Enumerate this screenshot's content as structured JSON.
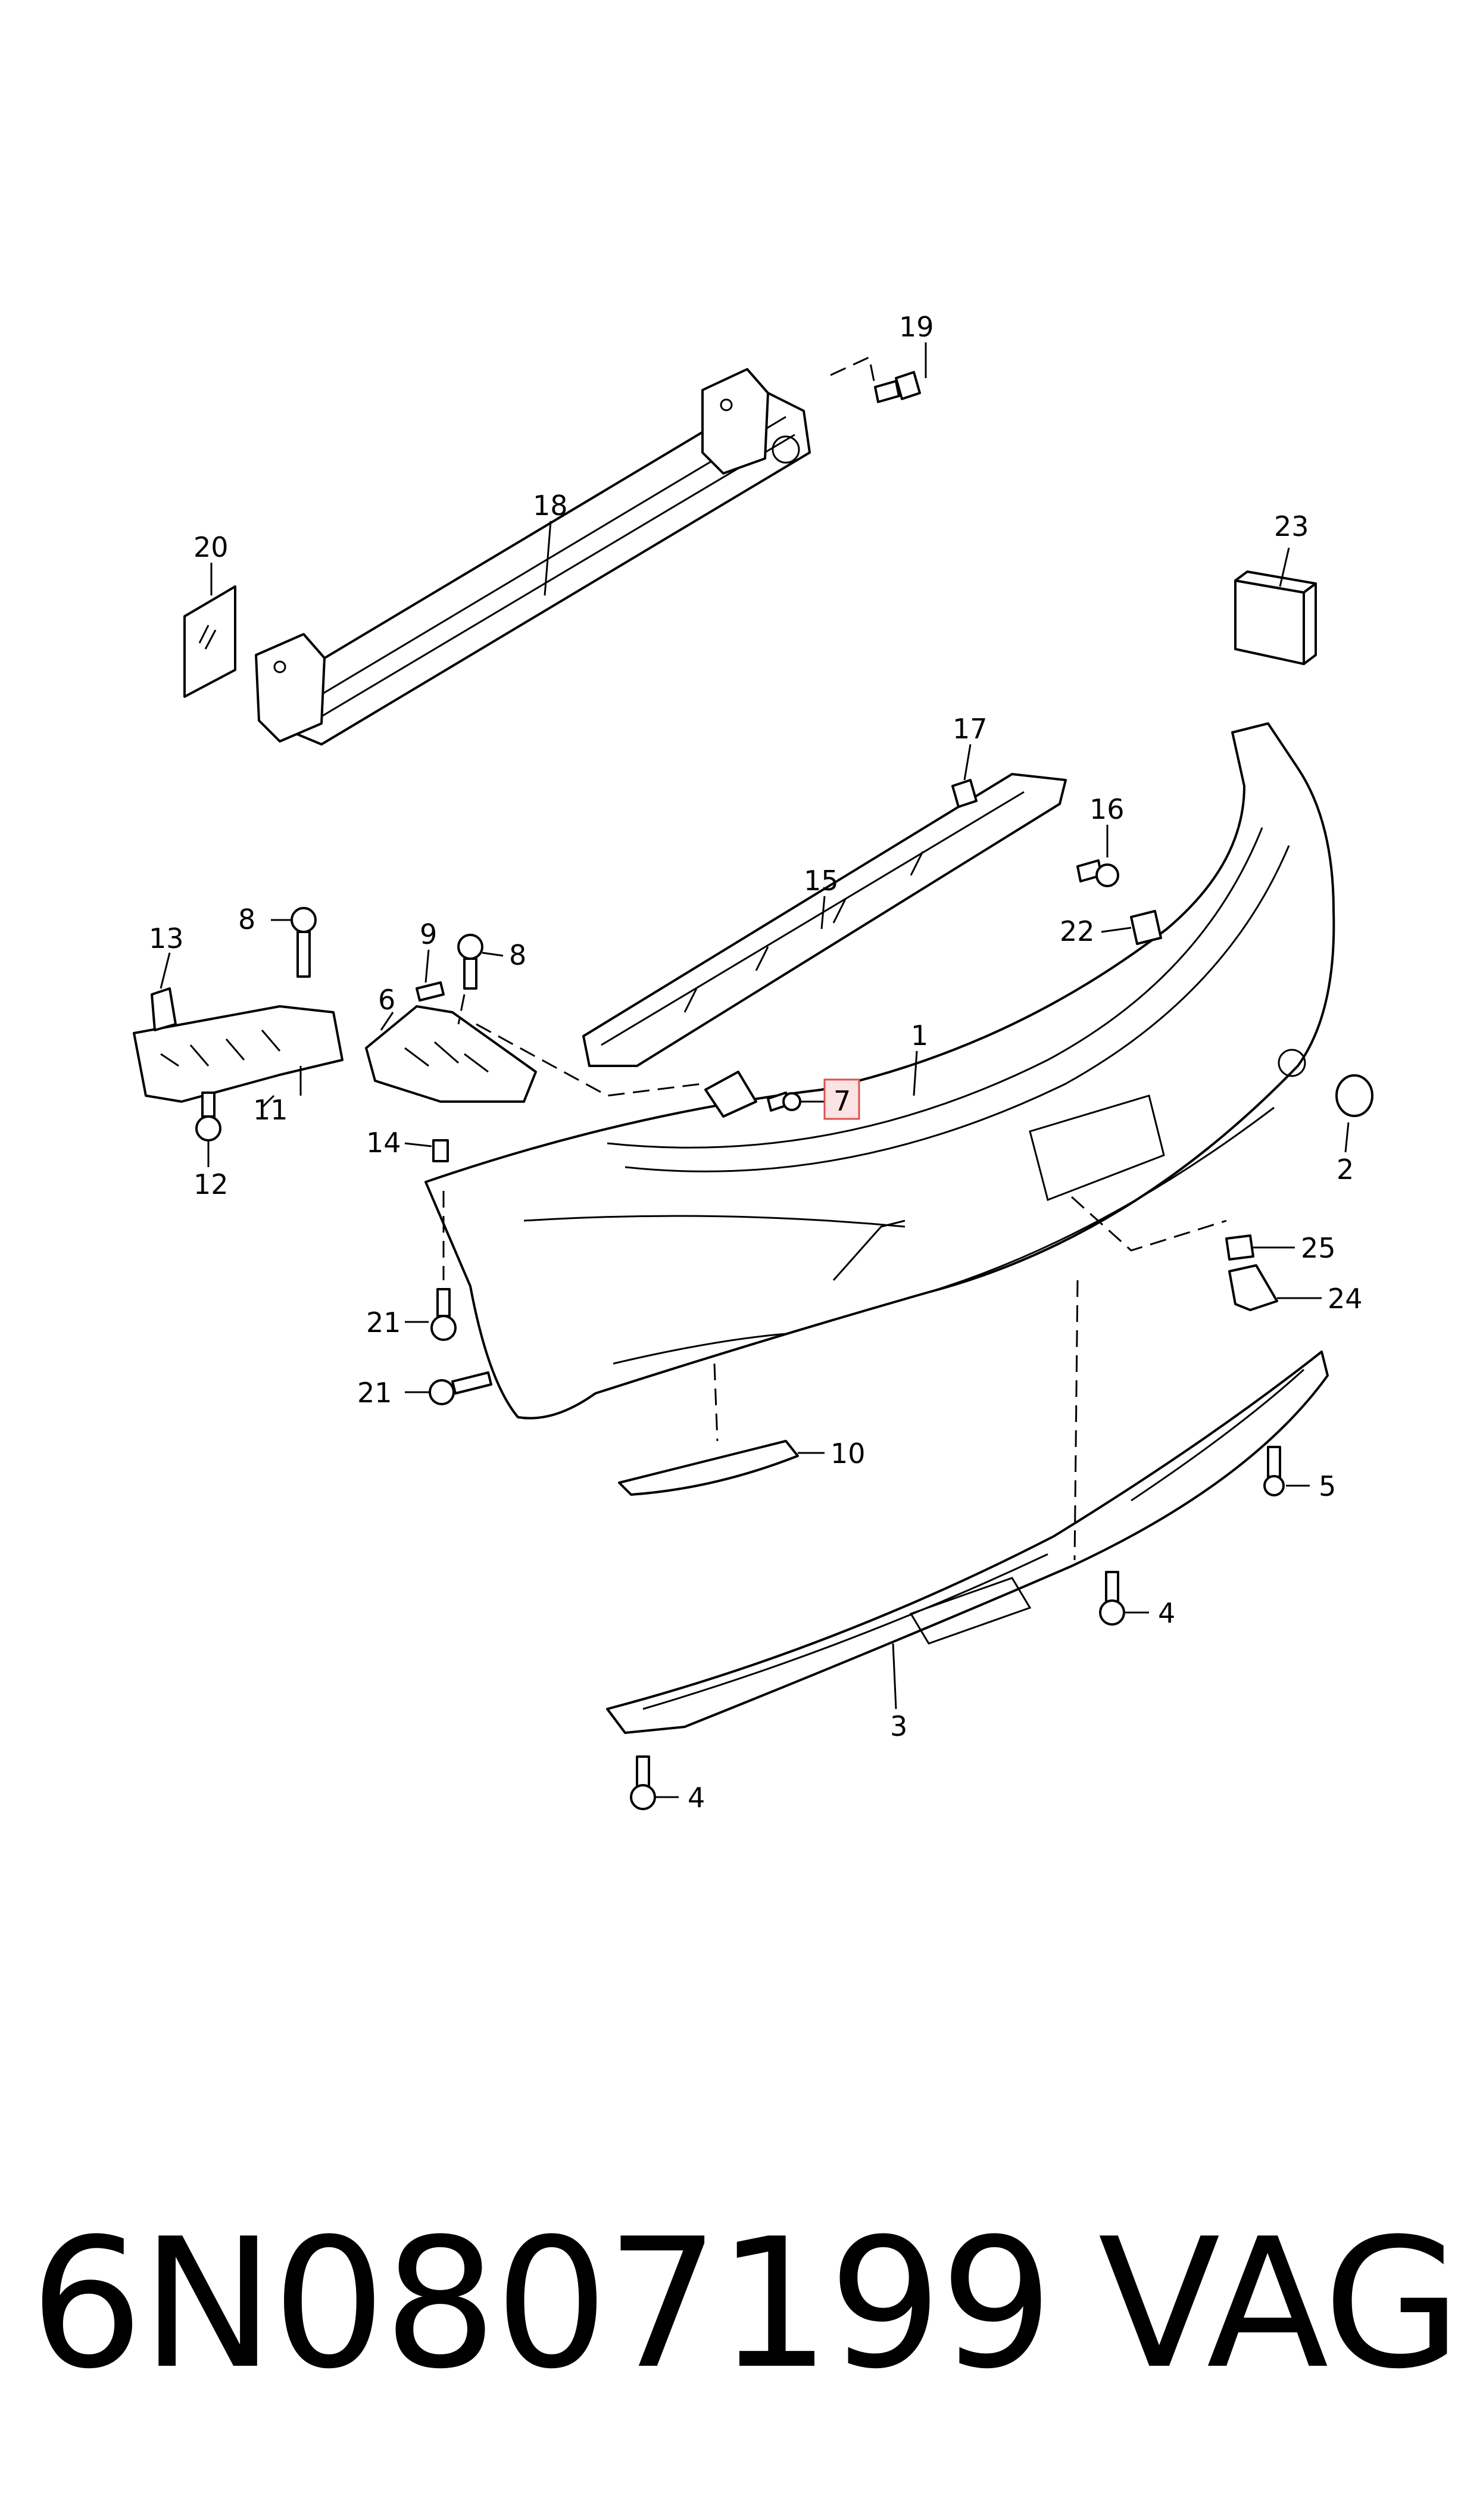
{
  "diagram": {
    "callouts": {
      "c1": "1",
      "c2": "2",
      "c3": "3",
      "c4a": "4",
      "c4b": "4",
      "c5": "5",
      "c6": "6",
      "c7": "7",
      "c8a": "8",
      "c8b": "8",
      "c9": "9",
      "c10": "10",
      "c11": "11",
      "c12": "12",
      "c13": "13",
      "c14": "14",
      "c15": "15",
      "c16": "16",
      "c17": "17",
      "c18": "18",
      "c19": "19",
      "c20": "20",
      "c21a": "21",
      "c21b": "21",
      "c22": "22",
      "c23": "23",
      "c24": "24",
      "c25": "25"
    },
    "highlighted_callout": "7",
    "highlight_color": "#d9534f"
  },
  "caption": {
    "part_number": "6N0807199",
    "brand": "VAG"
  }
}
